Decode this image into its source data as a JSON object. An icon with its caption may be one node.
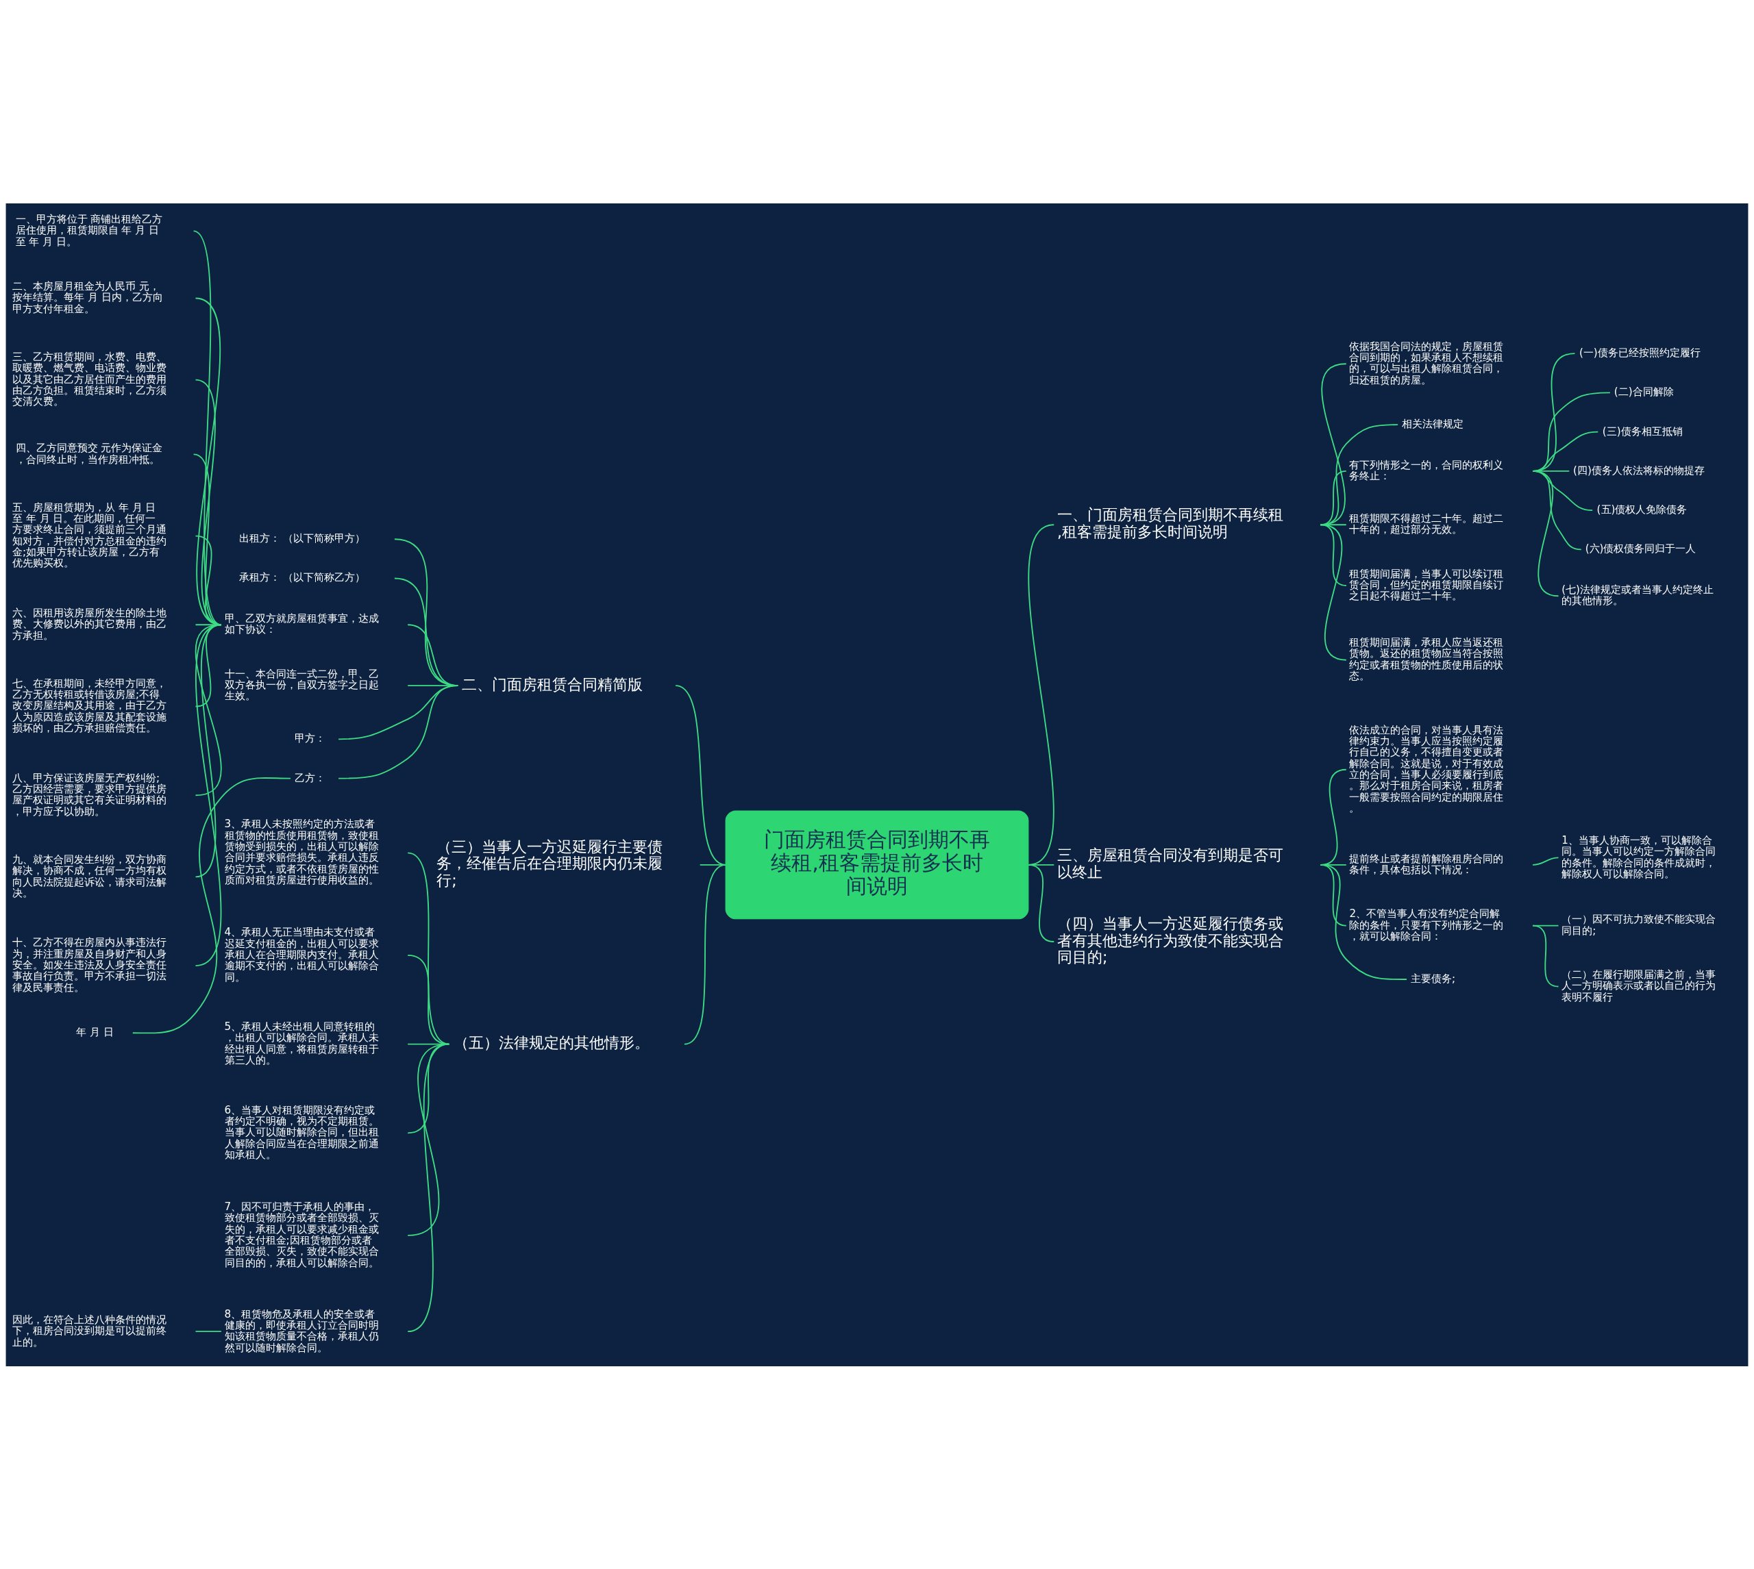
{
  "diagram": {
    "nodes": [
      {
        "text": [
          "门面房租赁合同到期不再续租,租客需提前多长时间说明"
        ]
      },
      {
        "text": [
          "二、门面房租赁合同精简版"
        ]
      },
      {
        "text": [
          "出租方： （以下简称甲方）"
        ]
      },
      {
        "text": [
          "承租方： （以下简称乙方）"
        ]
      },
      {
        "text": [
          "甲、乙双方就房屋租赁事宜，达成如下协议："
        ]
      },
      {
        "text": [
          "一、甲方将位于 商铺出租给乙方居住使用，租赁期限自 年 月 日至 年 月 日。"
        ]
      },
      {
        "text": [
          "二、本房屋月租金为人民币 元，按年结算。每年 月 日内，乙方向甲方支付年租金。"
        ]
      },
      {
        "text": [
          "三、乙方租赁期间，水费、电费、取暖费、燃气费、电话费、物业费以及其它由乙方居住而产生的费用由乙方负担。租赁结束时，乙方须交清欠费。"
        ]
      },
      {
        "text": [
          "四、乙方同意预交 元作为保证金，合同终止时，当作房租冲抵。"
        ]
      },
      {
        "text": [
          "五、房屋租赁期为，从 年 月 日至 年 月 日。在此期间，任何一方要求终止合同，须提前三个月通知对方，并偿付对方总租金的违约金;如果甲方转让该房屋，乙方有优先购买权。"
        ]
      },
      {
        "text": [
          "六、因租用该房屋所发生的除土地费、大修费以外的其它费用，由乙方承担。"
        ]
      },
      {
        "text": [
          "七、在承租期间，未经甲方同意，乙方无权转租或转借该房屋;不得改变房屋结构及其用途，由于乙方人为原因造成该房屋及其配套设施损坏的，由乙方承担赔偿责任。"
        ]
      },
      {
        "text": [
          "八、甲方保证该房屋无产权纠纷;乙方因经营需要，要求甲方提供房屋产权证明或其它有关证明材料的，甲方应予以协助。"
        ]
      },
      {
        "text": [
          "九、就本合同发生纠纷，双方协商解决，协商不成，任何一方均有权向人民法院提起诉讼，请求司法解决。"
        ]
      },
      {
        "text": [
          "十、乙方不得在房屋内从事违法行为，并注重房屋及自身财产和人身安全。如发生违法及人身安全责任事故自行负责。甲方不承担一切法律及民事责任。"
        ]
      },
      {
        "text": [
          "十一、本合同连一式二份，甲、乙双方各执一份，自双方签字之日起生效。"
        ]
      },
      {
        "text": [
          "甲方："
        ]
      },
      {
        "text": [
          "乙方："
        ]
      },
      {
        "text": [
          "年 月 日"
        ]
      },
      {
        "text": [
          "一、门面房租赁合同到期不再续租,租客需提前多长时间说明"
        ]
      },
      {
        "text": [
          "依据我国合同法的规定，房屋租赁合同到期的，如果承租人不想续租的，可以与出租人解除租赁合同，归还租赁的房屋。"
        ]
      },
      {
        "text": [
          "相关法律规定"
        ]
      },
      {
        "text": [
          "有下列情形之一的，合同的权利义务终止："
        ]
      },
      {
        "text": [
          "(一)债务已经按照约定履行"
        ]
      },
      {
        "text": [
          "(二)合同解除"
        ]
      },
      {
        "text": [
          "(三)债务相互抵销"
        ]
      },
      {
        "text": [
          "(四)债务人依法将标的物提存"
        ]
      },
      {
        "text": [
          "(五)债权人免除债务"
        ]
      },
      {
        "text": [
          "(六)债权债务同归于一人"
        ]
      },
      {
        "text": [
          "(七)法律规定或者当事人约定终止的其他情形。"
        ]
      },
      {
        "text": [
          "租赁期限不得超过二十年。超过二十年的，超过部分无效。"
        ]
      },
      {
        "text": [
          "租赁期间届满，当事人可以续订租赁合同，但约定的租赁期限自续订之日起不得超过二十年。"
        ]
      },
      {
        "text": [
          "租赁期间届满，承租人应当返还租赁物。返还的租赁物应当符合按照约定或者租赁物的性质使用后的状态。"
        ]
      },
      {
        "text": [
          "（三）当事人一方迟延履行主要债务，经催告后在合理期限内仍未履行;"
        ]
      },
      {
        "text": [
          "三、房屋租赁合同没有到期是否可以终止"
        ]
      },
      {
        "text": [
          "依法成立的合同，对当事人具有法律约束力。当事人应当按照约定履行自己的义务，不得擅自变更或者解除合同。这就是说，对于有效成立的合同，当事人必须要履行到底。那么对于租房合同来说，租房者一般需要按照合同约定的期限居住。"
        ]
      },
      {
        "text": [
          "提前终止或者提前解除租房合同的条件，具体包括以下情况："
        ]
      },
      {
        "text": [
          "1、当事人协商一致，可以解除合同。当事人可以约定一方解除合同的条件。解除合同的条件成就时，解除权人可以解除合同。"
        ]
      },
      {
        "text": [
          "2、不管当事人有没有约定合同解除的条件，只要有下列情形之一的，就可以解除合同："
        ]
      },
      {
        "text": [
          "（一）因不可抗力致使不能实现合同目的;"
        ]
      },
      {
        "text": [
          "（二）在履行期限届满之前，当事人一方明确表示或者以自己的行为表明不履行"
        ]
      },
      {
        "text": [
          "主要债务;"
        ]
      },
      {
        "text": [
          "（四）当事人一方迟延履行债务或者有其他违约行为致使不能实现合同目的;"
        ]
      },
      {
        "text": [
          "（五）法律规定的其他情形。"
        ]
      },
      {
        "text": [
          "3、承租人未按照约定的方法或者租赁物的性质使用租赁物，致使租赁物受到损失的，出租人可以解除合同并要求赔偿损失。承租人违反约定方式，或者不依租赁房屋的性质而对租赁房屋进行使用收益的。"
        ]
      },
      {
        "text": [
          "4、承租人无正当理由未支付或者迟延支付租金的，出租人可以要求承租人在合理期限内支付。承租人逾期不支付的，出租人可以解除合同。"
        ]
      },
      {
        "text": [
          "5、承租人未经出租人同意转租的，出租人可以解除合同。承租人未经出租人同意，将租赁房屋转租于第三人的。"
        ]
      },
      {
        "text": [
          "6、当事人对租赁期限没有约定或者约定不明确，视为不定期租赁。当事人可以随时解除合同，但出租人解除合同应当在合理期限之前通知承租人。"
        ]
      },
      {
        "text": [
          "7、因不可归责于承租人的事由，致使租赁物部分或者全部毁损、灭失的，承租人可以要求减少租金或者不支付租金;因租赁物部分或者全部毁损、灭失，致使不能实现合同目的的，承租人可以解除合同。"
        ]
      },
      {
        "text": [
          "8、租赁物危及承租人的安全或者健康的，即使承租人订立合同时明知该租赁物质量不合格，承租人仍然可以随时解除合同。"
        ]
      },
      {
        "text": [
          "因此，在符合上述八种条件的情况下，租房合同没到期是可以提前终止的。"
        ]
      }
    ],
    "edges": [
      {
        "from": 0,
        "to": 1,
        "arrow": "none"
      },
      {
        "from": 1,
        "to": 2,
        "arrow": "none"
      },
      {
        "from": 1,
        "to": 3,
        "arrow": "none"
      },
      {
        "from": 1,
        "to": 4,
        "arrow": "none"
      },
      {
        "from": 4,
        "to": 5,
        "arrow": "none"
      },
      {
        "from": 4,
        "to": 6,
        "arrow": "none"
      },
      {
        "from": 4,
        "to": 7,
        "arrow": "none"
      },
      {
        "from": 4,
        "to": 8,
        "arrow": "none"
      },
      {
        "from": 4,
        "to": 9,
        "arrow": "none"
      },
      {
        "from": 4,
        "to": 10,
        "arrow": "none"
      },
      {
        "from": 4,
        "to": 11,
        "arrow": "none"
      },
      {
        "from": 4,
        "to": 12,
        "arrow": "none"
      },
      {
        "from": 4,
        "to": 13,
        "arrow": "none"
      },
      {
        "from": 4,
        "to": 14,
        "arrow": "none"
      },
      {
        "from": 1,
        "to": 15,
        "arrow": "none"
      },
      {
        "from": 1,
        "to": 16,
        "arrow": "none"
      },
      {
        "from": 1,
        "to": 17,
        "arrow": "none"
      },
      {
        "from": 17,
        "to": 18,
        "arrow": "none"
      },
      {
        "from": 0,
        "to": 19,
        "arrow": "none"
      },
      {
        "from": 19,
        "to": 20,
        "arrow": "none"
      },
      {
        "from": 19,
        "to": 21,
        "arrow": "none"
      },
      {
        "from": 19,
        "to": 22,
        "arrow": "none"
      },
      {
        "from": 22,
        "to": 23,
        "arrow": "none"
      },
      {
        "from": 22,
        "to": 24,
        "arrow": "none"
      },
      {
        "from": 22,
        "to": 25,
        "arrow": "none"
      },
      {
        "from": 22,
        "to": 26,
        "arrow": "none"
      },
      {
        "from": 22,
        "to": 27,
        "arrow": "none"
      },
      {
        "from": 22,
        "to": 28,
        "arrow": "none"
      },
      {
        "from": 22,
        "to": 29,
        "arrow": "none"
      },
      {
        "from": 19,
        "to": 30,
        "arrow": "none"
      },
      {
        "from": 19,
        "to": 31,
        "arrow": "none"
      },
      {
        "from": 19,
        "to": 32,
        "arrow": "none"
      },
      {
        "from": 0,
        "to": 33,
        "arrow": "none"
      },
      {
        "from": 0,
        "to": 34,
        "arrow": "none"
      },
      {
        "from": 34,
        "to": 35,
        "arrow": "none"
      },
      {
        "from": 34,
        "to": 36,
        "arrow": "none"
      },
      {
        "from": 36,
        "to": 37,
        "arrow": "none"
      },
      {
        "from": 34,
        "to": 38,
        "arrow": "none"
      },
      {
        "from": 38,
        "to": 39,
        "arrow": "none"
      },
      {
        "from": 38,
        "to": 40,
        "arrow": "none"
      },
      {
        "from": 34,
        "to": 41,
        "arrow": "none"
      },
      {
        "from": 0,
        "to": 42,
        "arrow": "none"
      },
      {
        "from": 0,
        "to": 43,
        "arrow": "none"
      },
      {
        "from": 43,
        "to": 44,
        "arrow": "none"
      },
      {
        "from": 43,
        "to": 45,
        "arrow": "none"
      },
      {
        "from": 43,
        "to": 46,
        "arrow": "none"
      },
      {
        "from": 43,
        "to": 47,
        "arrow": "none"
      },
      {
        "from": 43,
        "to": 48,
        "arrow": "none"
      },
      {
        "from": 43,
        "to": 49,
        "arrow": "none"
      },
      {
        "from": 49,
        "to": 50,
        "arrow": "none"
      }
    ]
  }
}
